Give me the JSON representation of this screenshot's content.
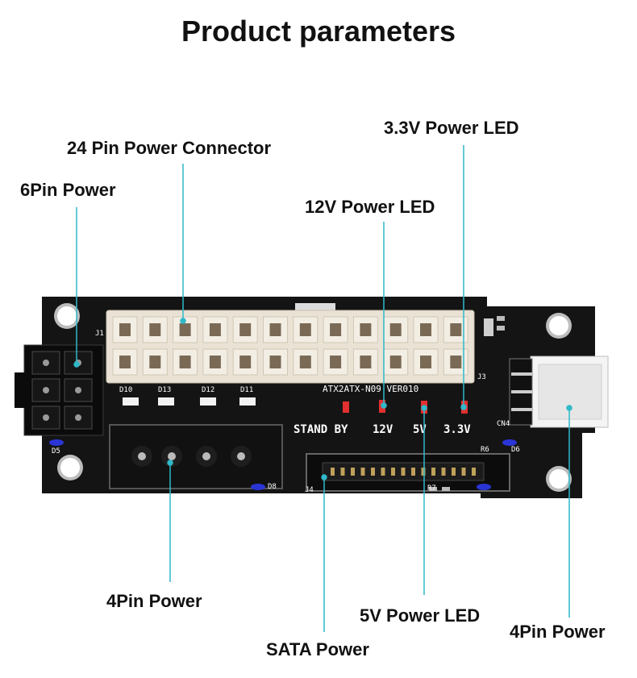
{
  "title": "Product parameters",
  "labels": {
    "connector_24pin": "24 Pin Power Connector",
    "power_6pin": "6Pin Power",
    "led_3v3": "3.3V Power LED",
    "led_12v": "12V Power LED",
    "molex_left": "4Pin Power",
    "led_5v": "5V Power LED",
    "sata": "SATA Power",
    "molex_right": "4Pin Power"
  },
  "board": {
    "model": "ATX2ATX-N09  VER010",
    "standby": "STAND BY",
    "v12": "12V",
    "v5": "5V",
    "v33": "3.3V",
    "j1": "J1",
    "j4": "J4",
    "j3": "J3",
    "cn4": "CN4",
    "d10": "D10",
    "d13": "D13",
    "d12": "D12",
    "d11": "D11",
    "d5": "D5",
    "d6": "D6",
    "d8": "D8",
    "r6": "R6",
    "r7": "R7"
  },
  "colors": {
    "pcb": "#141414",
    "connector": "#eae3d5",
    "leader": "#2fb9c9",
    "led_red": "#e23030",
    "led_blue": "#2a35d6"
  },
  "icons": [
    "mounting-hole-icon",
    "led-icon",
    "pin-icon"
  ]
}
